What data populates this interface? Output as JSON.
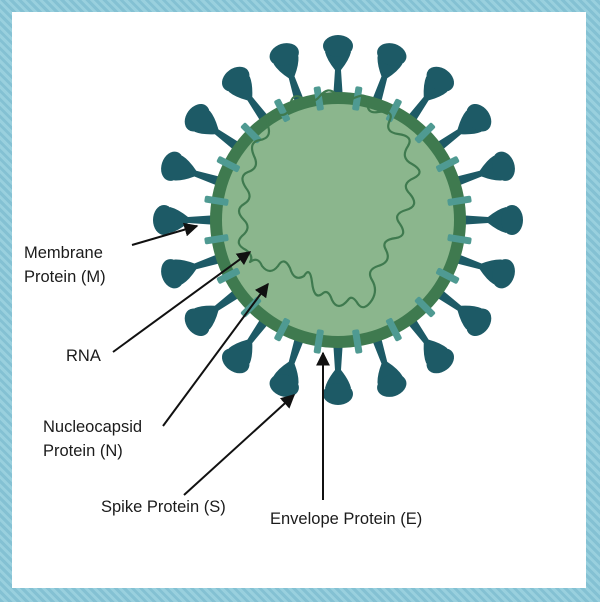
{
  "labels": {
    "membrane": [
      "Membrane",
      "Protein (M)"
    ],
    "rna": "RNA",
    "nucleocapsid": [
      "Nucleocapsid",
      "Protein (N)"
    ],
    "spike": "Spike Protein (S)",
    "envelope": "Envelope Protein (E)"
  },
  "colors": {
    "background_stripe": "#8cc8d8",
    "panel": "#ffffff",
    "spike": "#1d5a66",
    "membrane_ring": "#3f7a4f",
    "interior": "#8bb68d",
    "rna": "#3f7a4f",
    "envelope_protein": "#4f9a92",
    "arrow": "#111111"
  },
  "icons": [
    "spike-protein-icon",
    "envelope-protein-icon",
    "rna-strand-icon",
    "membrane-ring-icon"
  ]
}
